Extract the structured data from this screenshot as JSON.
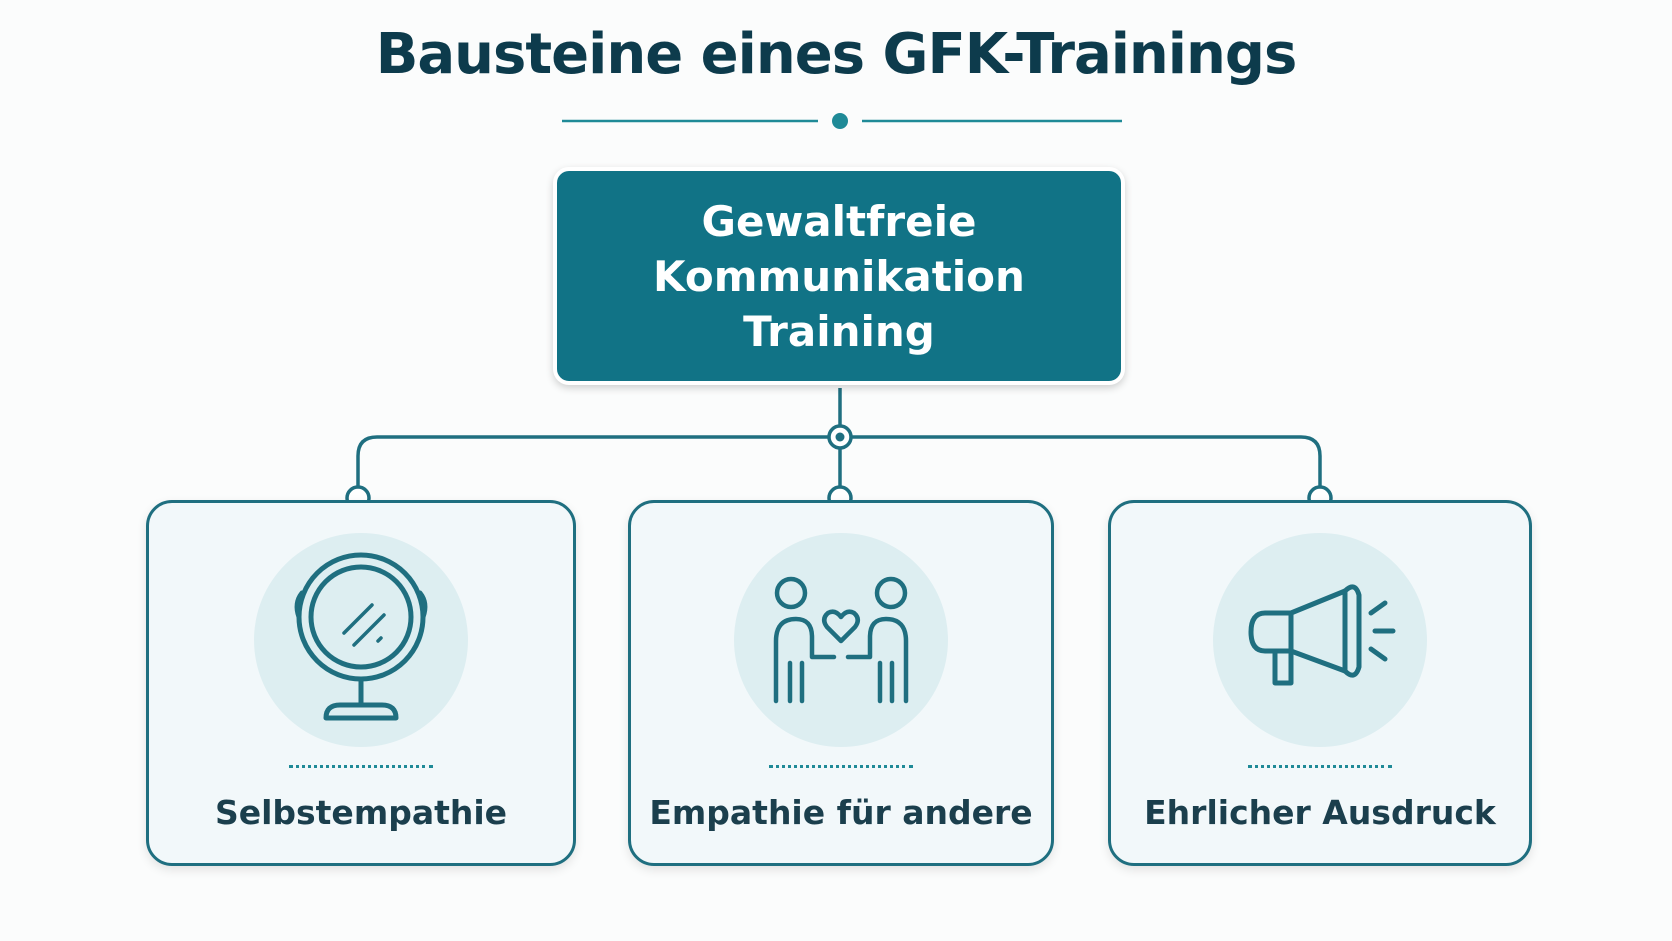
{
  "title": "Bausteine eines GFK-Trainings",
  "root": {
    "label": "Gewaltfreie Kommunikation Training"
  },
  "branches": [
    {
      "label": "Selbstempathie",
      "icon": "mirror-icon"
    },
    {
      "label": "Empathie für andere",
      "icon": "two-people-heart-icon"
    },
    {
      "label": "Ehrlicher Ausdruck",
      "icon": "megaphone-icon"
    }
  ],
  "colors": {
    "primary": "#117386",
    "title": "#0d3b4c",
    "card_border": "#1f6f80",
    "card_bg": "#f2f8fa",
    "icon_bg": "#ddeef1",
    "accent": "#1f8a97"
  }
}
